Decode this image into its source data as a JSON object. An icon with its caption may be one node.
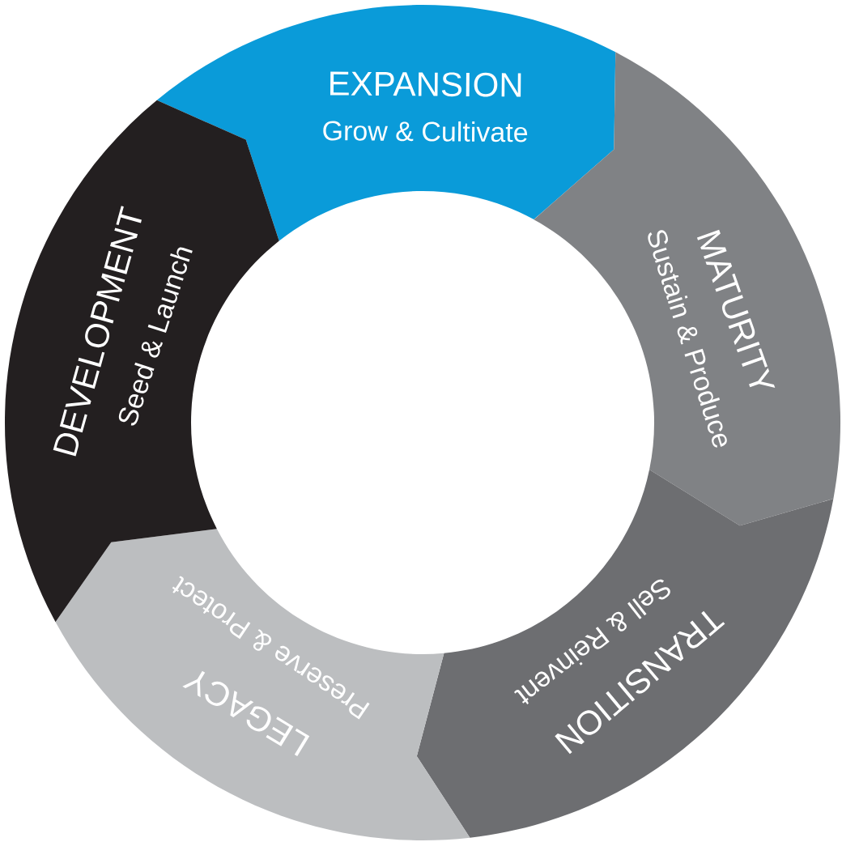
{
  "diagram": {
    "nodes": [
      {
        "text": [
          "EXPANSION",
          "Grow & Cultivate"
        ]
      },
      {
        "text": [
          "MATURITY",
          "Sustain & Produce"
        ]
      },
      {
        "text": [
          "TRANSITION",
          "Sell & Reinvent"
        ]
      },
      {
        "text": [
          "LEGACY",
          "Preserve & Protect"
        ]
      },
      {
        "text": [
          "DEVELOPMENT",
          "Seed & Launch"
        ]
      }
    ]
  }
}
